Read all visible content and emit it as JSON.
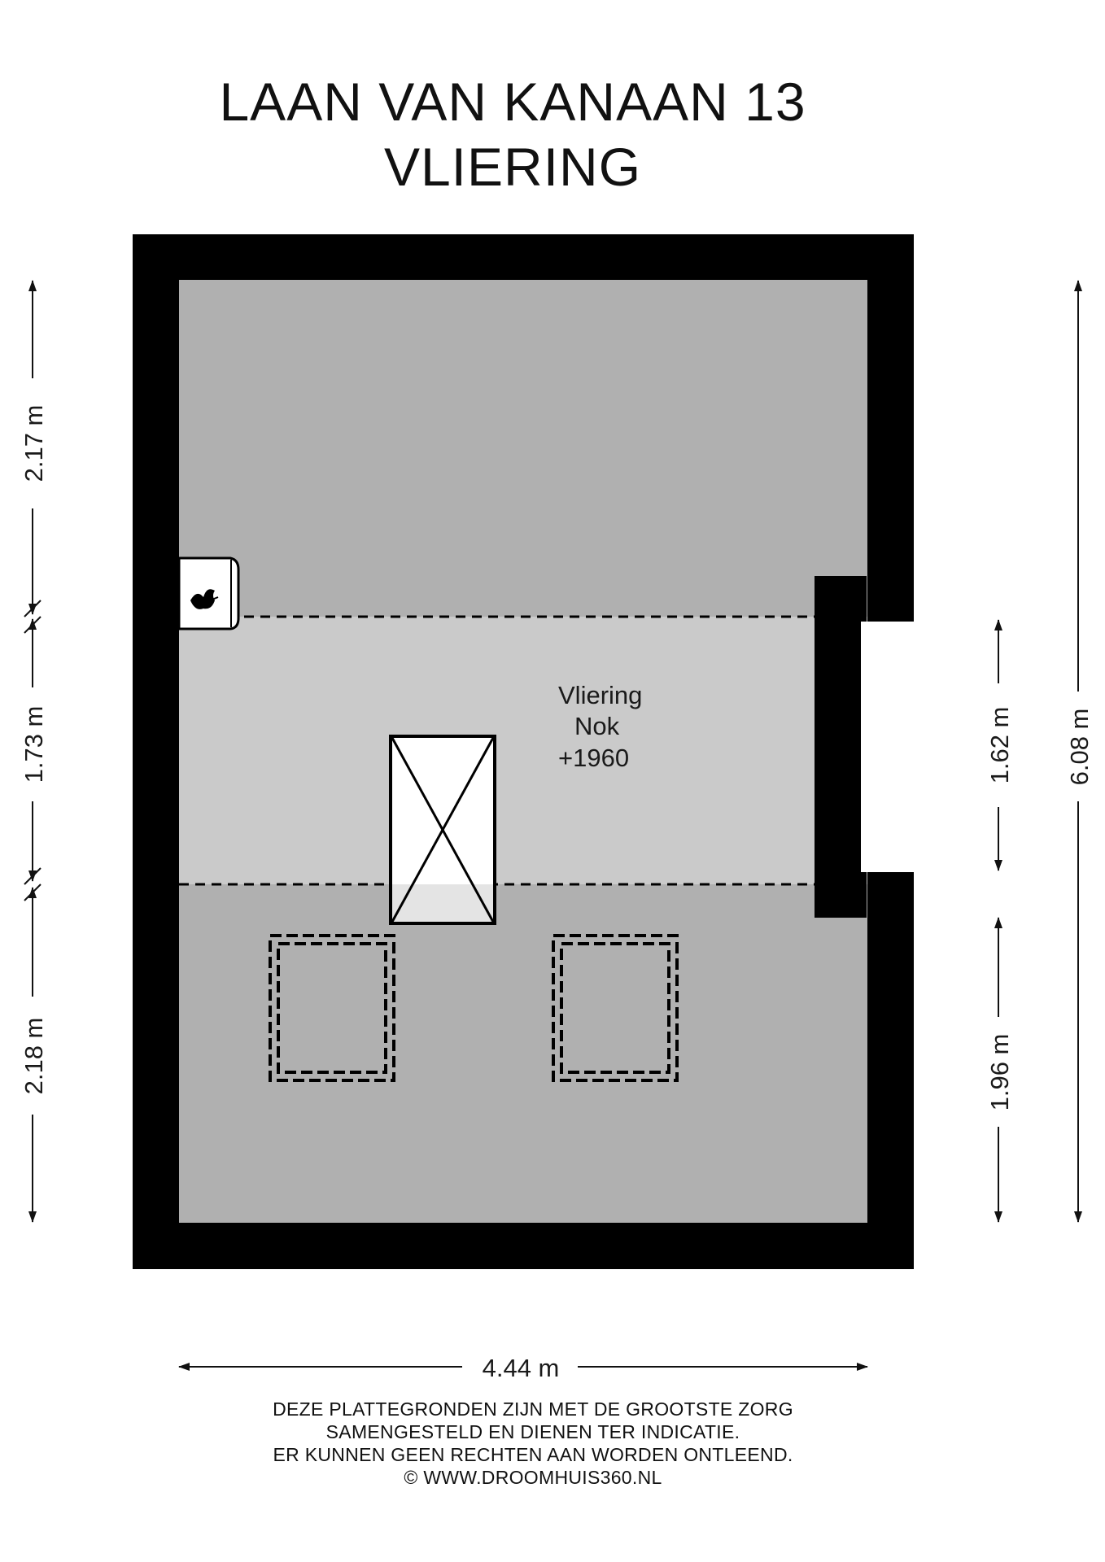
{
  "title": {
    "line1": "LAAN VAN KANAAN 13",
    "line2": "VLIERING"
  },
  "room": {
    "name": "Vliering",
    "ridge_label": "Nok",
    "ridge_height": "+1960"
  },
  "dimensions": {
    "left_top": "2.17 m",
    "left_middle": "1.73 m",
    "left_bottom": "2.18 m",
    "right_inner_middle": "1.62 m",
    "right_inner_bottom": "1.96 m",
    "right_total": "6.08 m",
    "bottom_width": "4.44 m"
  },
  "disclaimer": {
    "line1": "DEZE PLATTEGRONDEN ZIJN MET DE GROOTSTE ZORG",
    "line2": "SAMENGESTELD EN DIENEN TER INDICATIE.",
    "line3": "ER KUNNEN GEEN RECHTEN AAN WORDEN ONTLEEND.",
    "line4": "© WWW.DROOMHUIS360.NL"
  },
  "colors": {
    "wall": "#000000",
    "floor_low": "#b0b0b0",
    "floor_high": "#cacaca",
    "hatch_light": "#e4e4e4"
  },
  "icons": [
    "boiler-flame-icon",
    "attic-hatch-icon",
    "skylight-icon"
  ]
}
